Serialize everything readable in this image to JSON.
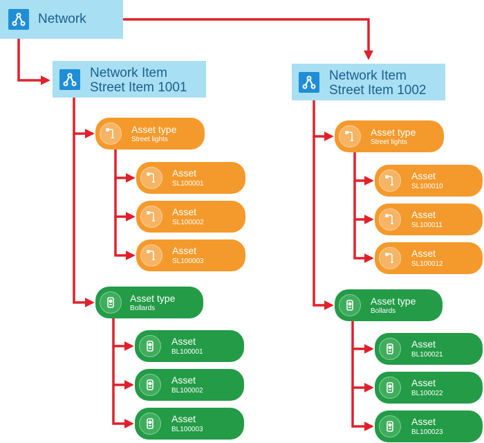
{
  "network": {
    "label": "Network",
    "icon": "network-node-icon"
  },
  "colors": {
    "connector": "#e0202a",
    "network_box": "#a8dff3",
    "network_icon": "#1f8ed6",
    "network_text": "#1b5f8e",
    "street_lights": "#f49a2c",
    "bollards": "#239b47"
  },
  "items": [
    {
      "title": "Network Item",
      "subtitle": "Street Item 1001",
      "asset_types": [
        {
          "label": "Asset type",
          "name": "Street lights",
          "icon": "street-light-icon",
          "assets": [
            {
              "label": "Asset",
              "id": "SL100001"
            },
            {
              "label": "Asset",
              "id": "SL100002"
            },
            {
              "label": "Asset",
              "id": "SL100003"
            }
          ]
        },
        {
          "label": "Asset type",
          "name": "Bollards",
          "icon": "bollard-icon",
          "assets": [
            {
              "label": "Asset",
              "id": "BL100001"
            },
            {
              "label": "Asset",
              "id": "BL100002"
            },
            {
              "label": "Asset",
              "id": "BL100003"
            }
          ]
        }
      ]
    },
    {
      "title": "Network Item",
      "subtitle": "Street Item 1002",
      "asset_types": [
        {
          "label": "Asset type",
          "name": "Street lights",
          "icon": "street-light-icon",
          "assets": [
            {
              "label": "Asset",
              "id": "SL100010"
            },
            {
              "label": "Asset",
              "id": "SL100011"
            },
            {
              "label": "Asset",
              "id": "SL100012"
            }
          ]
        },
        {
          "label": "Asset type",
          "name": "Bollards",
          "icon": "bollard-icon",
          "assets": [
            {
              "label": "Asset",
              "id": "BL100021"
            },
            {
              "label": "Asset",
              "id": "BL100022"
            },
            {
              "label": "Asset",
              "id": "BL100023"
            }
          ]
        }
      ]
    }
  ]
}
